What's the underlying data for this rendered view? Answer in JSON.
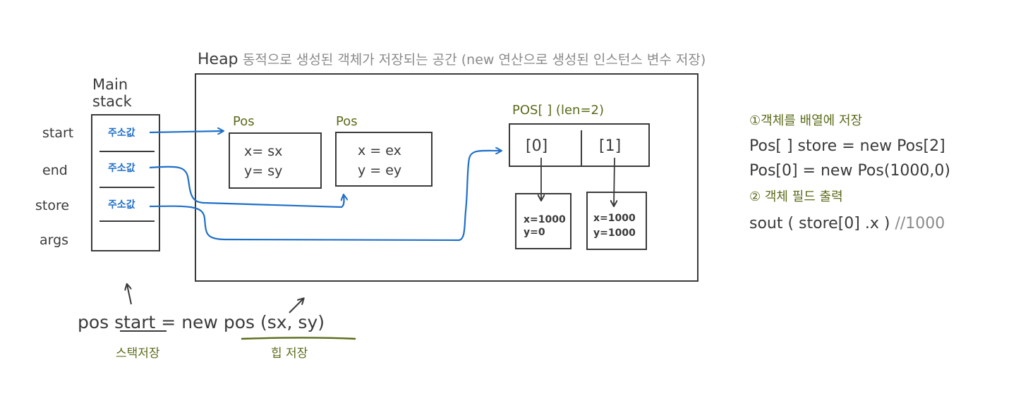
{
  "heap_title": {
    "word": "Heap",
    "description": "동적으로 생성된 객체가 저장되는 공간 (new 연산으로 생성된 인스턴스 변수 저장)"
  },
  "stack": {
    "title": "Main stack",
    "labels": [
      "start",
      "end",
      "store",
      "args"
    ],
    "values": [
      "주소값",
      "주소값",
      "주소값"
    ]
  },
  "heap": {
    "objects": [
      {
        "title": "Pos",
        "lines": [
          "x= sx",
          "y= sy"
        ]
      },
      {
        "title": "Pos",
        "lines": [
          "x = ex",
          "y = ey"
        ]
      }
    ],
    "array": {
      "title": "POS[ ] (len=2)",
      "cells": [
        "[0]",
        "[1]"
      ],
      "elements": [
        {
          "lines": [
            "x=1000",
            "y=0"
          ]
        },
        {
          "lines": [
            "x=1000",
            "y=1000"
          ]
        }
      ]
    }
  },
  "code": {
    "line": "pos start = new pos (sx, sy)",
    "stack_note": "스택저장",
    "heap_note": "힙 저장"
  },
  "notes": {
    "step1_heading": "①객체를 배열에 저장",
    "step1_line1": "Pos[ ] store = new Pos[2]",
    "step1_line2": "Pos[0] = new Pos(1000,0)",
    "step2_heading": "② 객체 필드 출력",
    "step2_code": "sout ( store[0] .x )",
    "step2_comment": "//1000"
  },
  "colors": {
    "ink": "#3a3a3a",
    "arrow_blue": "#1f6fc8",
    "label_green": "#5a6b1a",
    "muted_gray": "#8a8a8a"
  }
}
